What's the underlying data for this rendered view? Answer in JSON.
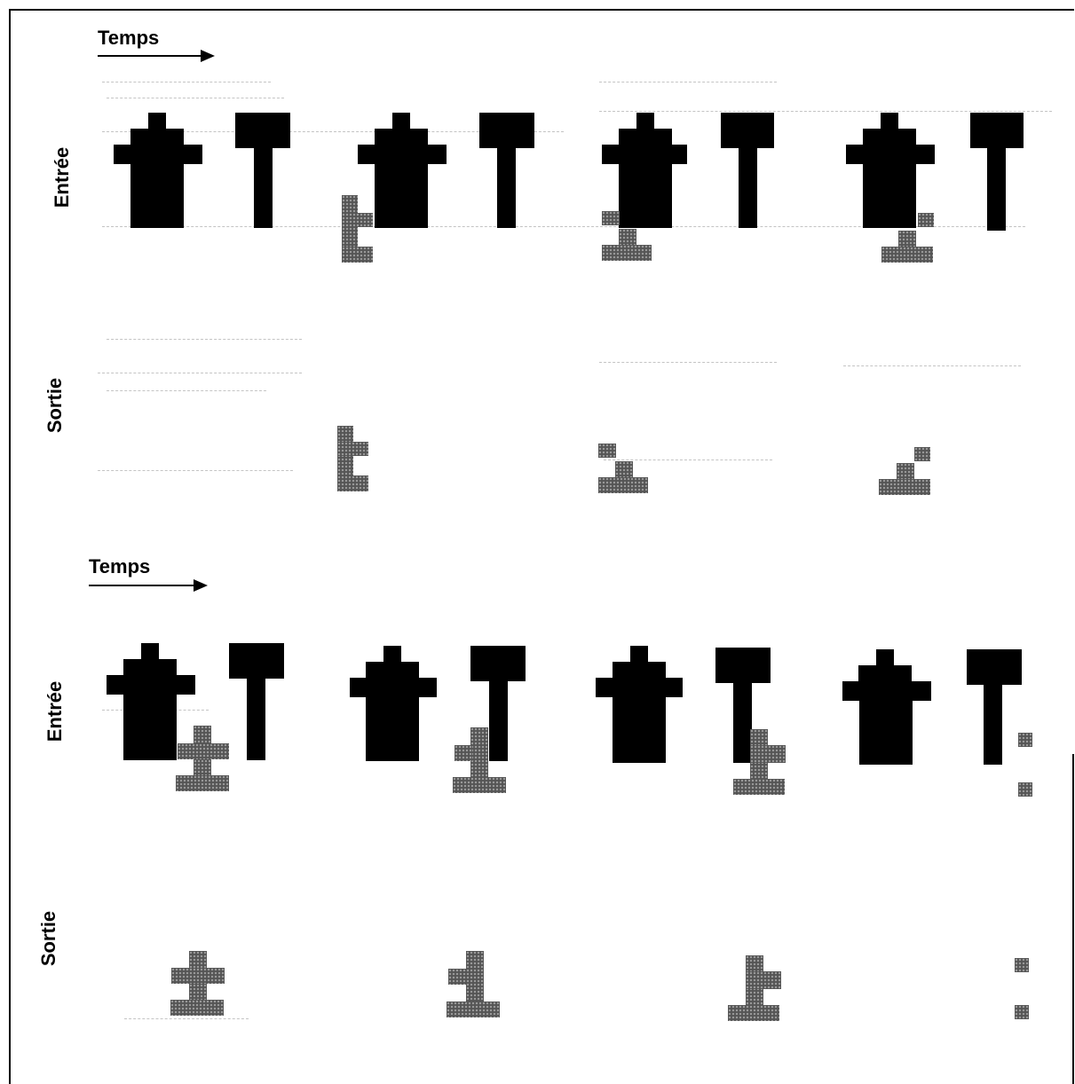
{
  "labels": {
    "time": "Temps",
    "input": "Entrée",
    "output": "Sortie"
  },
  "colors": {
    "foreground_shape": "#000000",
    "stimulus_shape": "#555555",
    "background": "#ffffff"
  }
}
